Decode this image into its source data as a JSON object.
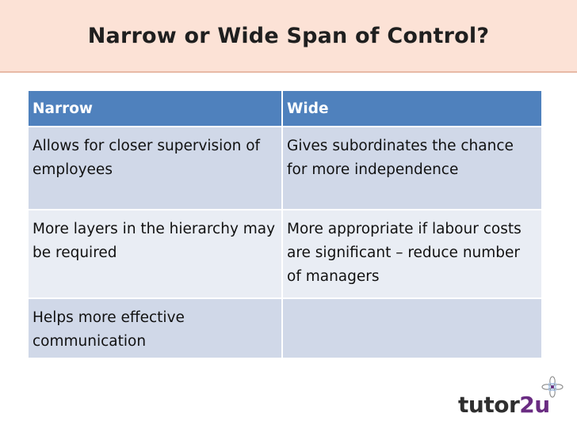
{
  "slide": {
    "title": "Narrow or Wide Span of Control?"
  },
  "table": {
    "headers": [
      "Narrow",
      "Wide"
    ],
    "rows": [
      [
        "Allows for closer supervision of employees",
        "Gives subordinates the chance for more independence"
      ],
      [
        "More layers in the hierarchy may be required",
        "More appropriate if labour costs are significant – reduce number of managers"
      ],
      [
        "Helps more effective communication",
        ""
      ]
    ]
  },
  "logo": {
    "text_prefix": "tutor",
    "text_suffix": "2u",
    "icon": "flower-icon",
    "colors": {
      "text": "#2f2f2f",
      "accent": "#6a2c82"
    }
  },
  "colors": {
    "title_band": "#fce2d6",
    "header_fill": "#4f81bd",
    "row_odd": "#d0d8e8",
    "row_even": "#e9edf4"
  }
}
